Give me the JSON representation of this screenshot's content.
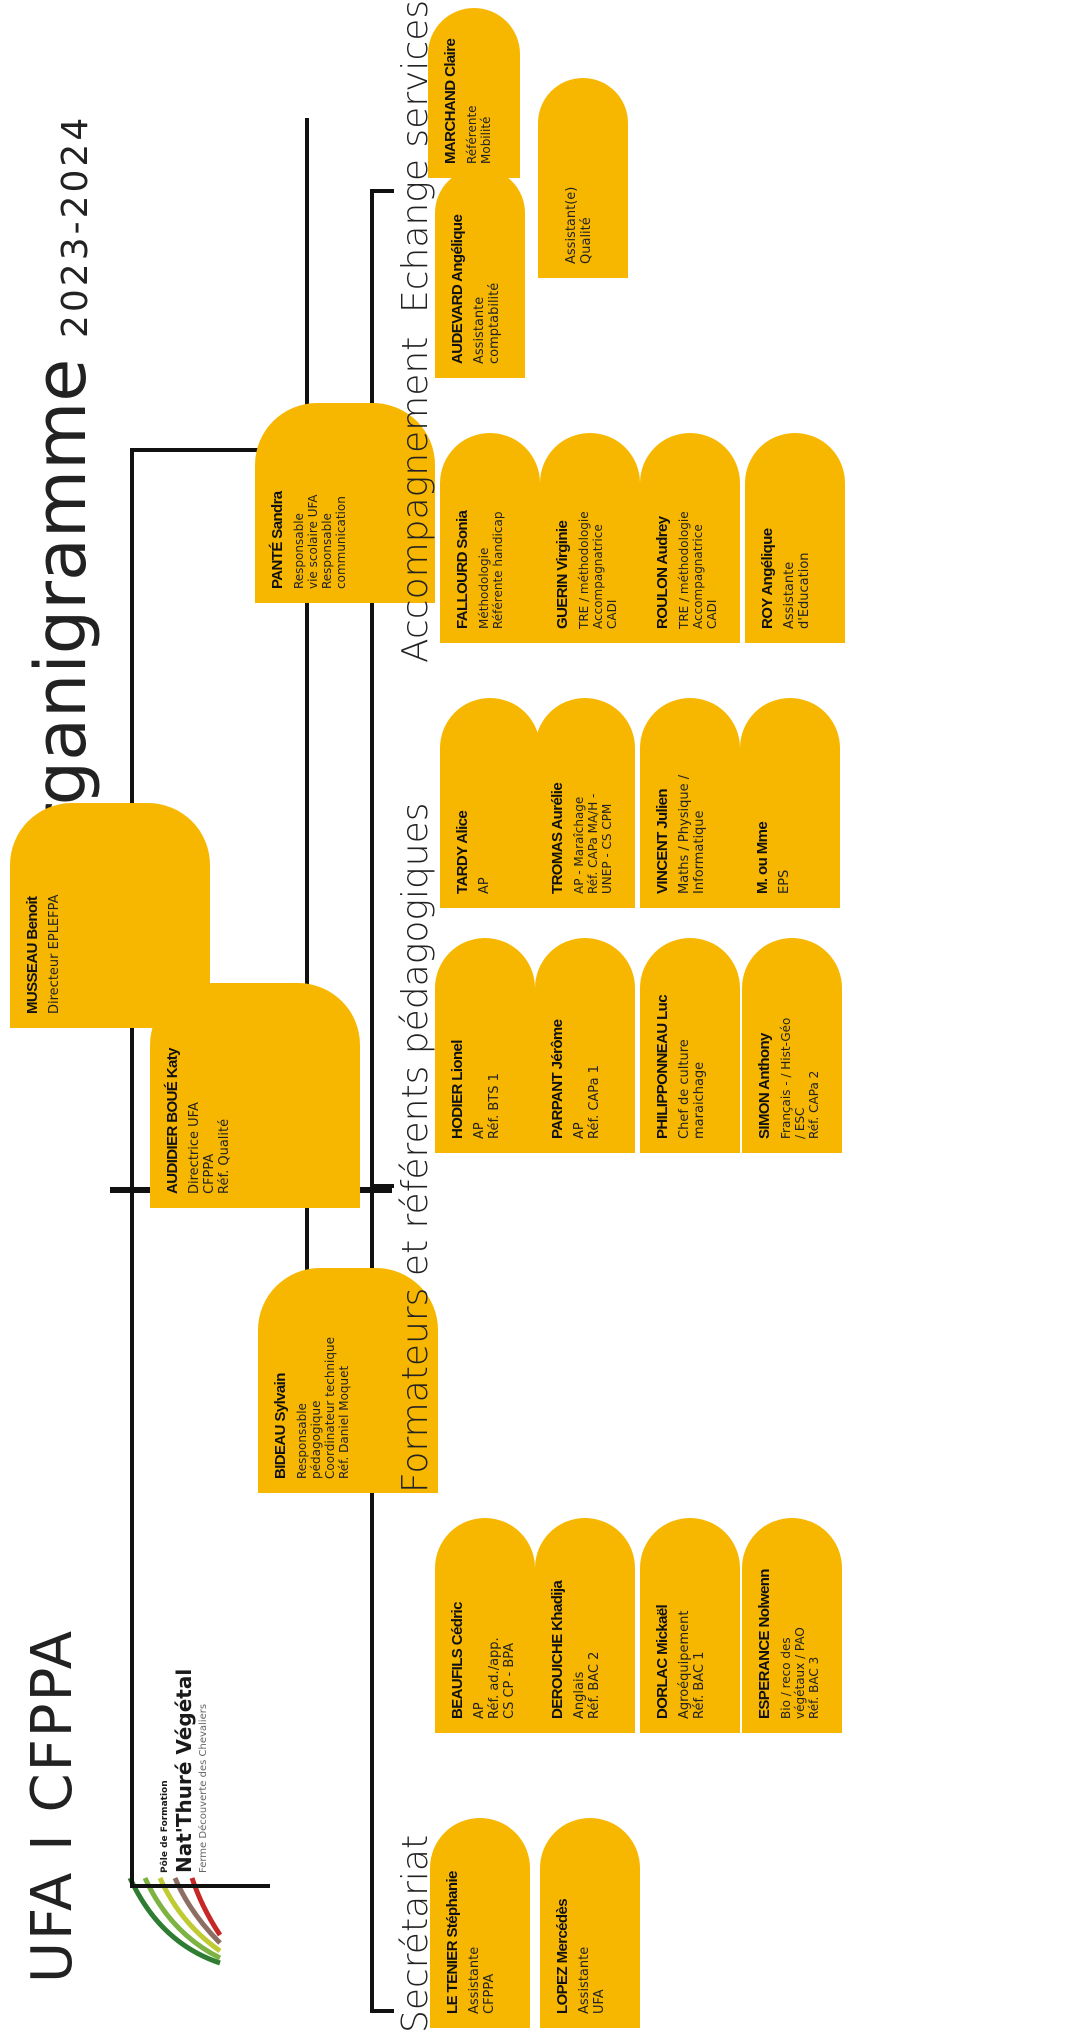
{
  "header": {
    "title": "Organigramme",
    "year": "2023-2024",
    "brand": "UFA I CFPPA"
  },
  "logo": {
    "pole": "Pôle de Formation",
    "name": "Nat'Thuré Végétal",
    "subtitle": "Ferme Découverte des Chevaliers"
  },
  "sections": {
    "secretariat": "Secrétariat",
    "formateurs": "Formateurs et référents pédagogiques",
    "accompagnement": "Accompagnement",
    "echange": "Echange services"
  },
  "colors": {
    "box": "#f7b700",
    "line": "#111111"
  },
  "direction": {
    "musseau": {
      "name": "MUSSEAU Benoit",
      "roles": [
        "Directeur EPLEFPA"
      ]
    },
    "audidier": {
      "name": "AUDIDIER BOUÉ Katy",
      "roles": [
        "Directrice UFA",
        "CFPPA",
        "Réf. Qualité"
      ]
    },
    "bideau": {
      "name": "BIDEAU Sylvain",
      "roles": [
        "Responsable",
        "pédagogique",
        "Coordinateur technique",
        "Réf. Daniel Moquet"
      ]
    },
    "pante": {
      "name": "PANTÉ Sandra",
      "roles": [
        "Responsable",
        "vie scolaire UFA",
        "Responsable",
        "communication"
      ]
    }
  },
  "secretariat_people": [
    {
      "name": "LE TENIER Stéphanie",
      "roles": [
        "Assistante",
        "CFPPA"
      ]
    },
    {
      "name": "LOPEZ Mercédès",
      "roles": [
        "Assistante",
        "UFA"
      ]
    }
  ],
  "formateurs_people": [
    {
      "name": "BEAUFILS Cédric",
      "roles": [
        "AP",
        "Réf. ad./app.",
        "CS CP - BPA"
      ]
    },
    {
      "name": "DEROUICHE Khadija",
      "roles": [
        "Anglais",
        "Réf. BAC 2"
      ]
    },
    {
      "name": "DORLAC Mickaël",
      "roles": [
        "Agroéquipement",
        "Réf. BAC 1"
      ]
    },
    {
      "name": "ESPERANCE Nolwenn",
      "roles": [
        "Bio / reco des",
        "végétaux / PAO",
        "Réf. BAC 3"
      ]
    },
    {
      "name": "HODIER Lionel",
      "roles": [
        "AP",
        "Réf. BTS 1"
      ]
    },
    {
      "name": "PARPANT Jérôme",
      "roles": [
        "AP",
        "Réf. CAPa 1"
      ]
    },
    {
      "name": "PHILIPPONNEAU Luc",
      "roles": [
        "Chef de culture",
        "maraichage"
      ]
    },
    {
      "name": "SIMON Anthony",
      "roles": [
        "Français - / Hist-Géo",
        "/ ESC",
        "Réf. CAPa 2"
      ]
    },
    {
      "name": "TARDY Alice",
      "roles": [
        "AP"
      ]
    },
    {
      "name": "TROMAS Aurélie",
      "roles": [
        "AP - Maraîchage",
        "Réf. CAPa MA/H -",
        "UNEP - CS CPM"
      ]
    },
    {
      "name": "VINCENT Julien",
      "roles": [
        "Maths / Physique /",
        "Informatique"
      ]
    },
    {
      "name": "M. ou Mme",
      "roles": [
        "EPS"
      ]
    }
  ],
  "accompagnement_people": [
    {
      "name": "FALLOURD Sonia",
      "roles": [
        "Méthodologie",
        "Référente handicap"
      ]
    },
    {
      "name": "GUERIN Virginie",
      "roles": [
        "TRE / méthodologie",
        "Accompagnatrice",
        "CADI"
      ]
    },
    {
      "name": "ROULON Audrey",
      "roles": [
        "TRE / méthodologie",
        "Accompagnatrice",
        "CADI"
      ]
    },
    {
      "name": "ROY Angélique",
      "roles": [
        "Assistante",
        "d'Education"
      ]
    }
  ],
  "echange_people": [
    {
      "name": "AUDEVARD Angélique",
      "roles": [
        "Assistante",
        "comptabilité"
      ]
    },
    {
      "name": "",
      "roles": [
        "Assistant(e)",
        "Qualité"
      ]
    },
    {
      "name": "MARCHAND Claire",
      "roles": [
        "Référente",
        "Mobilité"
      ]
    }
  ]
}
